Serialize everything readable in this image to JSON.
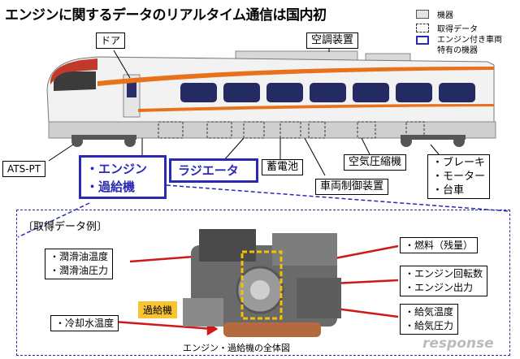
{
  "title": "エンジンに関するデータのリアルタイム通信は国内初",
  "legend": {
    "equipment": "機器",
    "acquired_data": "取得データ",
    "engine_car_specific_line1": "エンジン付き車両",
    "engine_car_specific_line2": "特有の機器"
  },
  "train_labels": {
    "door": "ドア",
    "air_conditioner": "空調装置",
    "ats": "ATS-PT",
    "engine_turbo": "・エンジン\n・過給機",
    "radiator": "ラジエータ",
    "battery": "蓄電池",
    "air_compressor": "空気圧縮機",
    "brake_group": "・ブレーキ\n・モーター\n・台車",
    "vehicle_control": "車両制御装置"
  },
  "detail": {
    "heading": "〔取得データ例〕",
    "oil": "・潤滑油温度\n・潤滑油圧力",
    "coolant": "・冷却水温度",
    "fuel": "・燃料（残量）",
    "engine_perf": "・エンジン回転数\n・エンジン出力",
    "intake": "・給気温度\n・給気圧力",
    "turbo": "過給機",
    "caption": "エンジン・過給機の全体図"
  },
  "watermark": "response",
  "colors": {
    "blue": "#2a2ab4",
    "orange": "#e8711c",
    "red_stripe": "#c0392b",
    "yellow": "#f8c431",
    "red_arrow": "#d01818"
  }
}
